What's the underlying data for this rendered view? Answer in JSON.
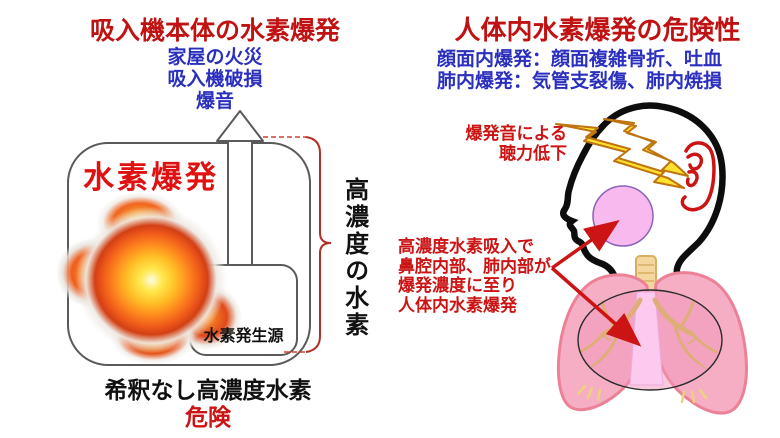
{
  "left_panel": {
    "title": "吸入機本体の水素爆発",
    "risks": [
      "家屋の火災",
      "吸入機破損",
      "爆音"
    ],
    "explosion_label": "水素爆発",
    "source_label": "水素発生源",
    "side_label": "高濃度の水素",
    "bottom_caption": "希釈なし高濃度水素",
    "bottom_warning": "危険"
  },
  "right_panel": {
    "title": "人体内水素爆発の危険性",
    "risks": [
      "顔面内爆発：顔面複雑骨折、吐血",
      "肺内爆発：気管支裂傷、肺内焼損"
    ],
    "hearing_note": {
      "line1": "爆発音による",
      "line2": "聴力低下"
    },
    "body_note": {
      "lines": [
        "高濃度水素吸入で",
        "鼻腔内部、肺内部が",
        "爆発濃度に至り",
        "人体内水素爆発"
      ]
    }
  },
  "colors": {
    "title_red": "#c01212",
    "note_red": "#cc1414",
    "big_label_red": "#e01111",
    "text_blue": "#2a2fbe",
    "text_black": "#111111",
    "bolt_yellow": "#ffe230",
    "lung_pink": "#f6aec5",
    "cavity_pink": "#f8b9ee",
    "trachea_beige": "#f3d79e"
  }
}
